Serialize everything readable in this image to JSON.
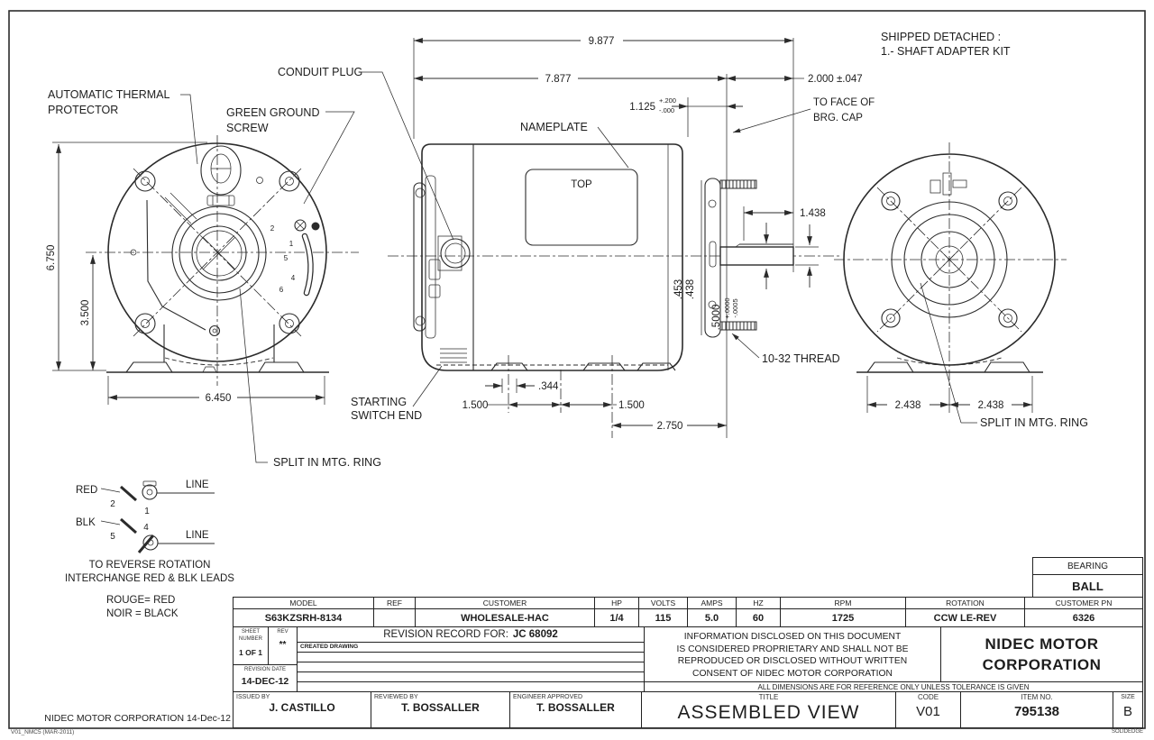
{
  "front_view": {
    "thermal_label": [
      "AUTOMATIC THERMAL",
      "PROTECTOR"
    ],
    "ground_label": [
      "GREEN GROUND",
      "SCREW"
    ],
    "conduit_label": "CONDUIT PLUG",
    "split_label": "SPLIT IN MTG. RING",
    "terminals": [
      "2",
      "1",
      "5",
      "4",
      "6"
    ],
    "dims": {
      "height": "6.750",
      "center_height": "3.500",
      "width": "6.450"
    }
  },
  "side_view": {
    "nameplate_label": "NAMEPLATE",
    "nameplate_text": "TOP",
    "switch_label": [
      "STARTING",
      "SWITCH END"
    ],
    "dims": {
      "overall": "9.877",
      "body": "7.877",
      "shaft_ext": "2.000 ±.047",
      "ring": "1.125",
      "ring_tol_plus": "+.200",
      "ring_tol_minus": "-.000",
      "face_note": [
        "TO FACE OF",
        "BRG. CAP"
      ],
      "shaft_flat_len": "1.438",
      "flat_a": ".453",
      "flat_b": ".438",
      "shaft_dia": ".5000",
      "dia_tol_plus": "+.0000",
      "dia_tol_minus": "-.0005",
      "thread": "10-32 THREAD",
      "foot1": "1.500",
      "slot": ".344",
      "foot2": "1.500",
      "foot3": "2.750"
    }
  },
  "rear_view": {
    "shipped_note": [
      "SHIPPED DETACHED :",
      "1.- SHAFT ADAPTER KIT"
    ],
    "split_label": "SPLIT IN MTG. RING",
    "dims": {
      "foot_left": "2.438",
      "foot_right": "2.438"
    }
  },
  "wiring": {
    "red": "RED",
    "blk": "BLK",
    "t1": "1",
    "t2": "2",
    "t4": "4",
    "t5": "5",
    "line1": "LINE",
    "line2": "LINE",
    "note1": "TO REVERSE ROTATION",
    "note2": "INTERCHANGE RED & BLK LEADS",
    "legend1": "ROUGE= RED",
    "legend2": "NOIR = BLACK"
  },
  "title_block": {
    "bearing_label": "BEARING",
    "bearing_value": "BALL",
    "spec_headers": [
      "MODEL",
      "REF",
      "CUSTOMER",
      "HP",
      "VOLTS",
      "AMPS",
      "HZ",
      "RPM",
      "ROTATION",
      "CUSTOMER PN"
    ],
    "spec_values": [
      "S63KZSRH-8134",
      "",
      "WHOLESALE-HAC",
      "1/4",
      "115",
      "5.0",
      "60",
      "1725",
      "CCW LE-REV",
      "6326"
    ],
    "sheet_label": [
      "SHEET",
      "NUMBER"
    ],
    "sheet_value": "1 OF 1",
    "rev_label": "REV",
    "rev_value": "**",
    "revision_record_label": "REVISION RECORD FOR:",
    "revision_record_value": "JC 68092",
    "revision_row1": "CREATED DRAWING",
    "revision_date_label": "REVISION DATE",
    "revision_date": "14-DEC-12",
    "proprietary": [
      "INFORMATION DISCLOSED ON THIS DOCUMENT",
      "IS CONSIDERED PROPRIETARY AND SHALL NOT BE",
      "REPRODUCED OR DISCLOSED WITHOUT WRITTEN",
      "CONSENT OF NIDEC MOTOR CORPORATION"
    ],
    "company": [
      "NIDEC MOTOR",
      "CORPORATION"
    ],
    "tolerance_note": "ALL DIMENSIONS ARE FOR REFERENCE ONLY UNLESS TOLERANCE IS GIVEN",
    "issued_label": "ISSUED BY",
    "issued": "J. CASTILLO",
    "reviewed_label": "REVIEWED BY",
    "reviewed": "T. BOSSALLER",
    "approved_label": "ENGINEER APPROVED",
    "approved": "T. BOSSALLER",
    "title_label": "TITLE",
    "title": "ASSEMBLED VIEW",
    "code_label": "CODE",
    "code": "V01",
    "item_label": "ITEM NO.",
    "item": "795138",
    "size_label": "SIZE",
    "size": "B",
    "footer": "NIDEC MOTOR CORPORATION 14-Dec-12",
    "form_code": "V01_NMC5 (MAR-2011)",
    "cad_note": "SOLIDEDGE"
  }
}
